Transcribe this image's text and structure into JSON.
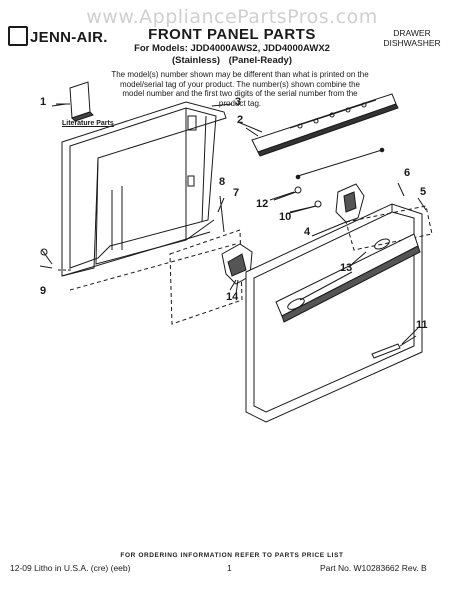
{
  "watermark": "www.AppliancePartsPros.com",
  "header": {
    "brand": "JENN-AIR.",
    "title": "FRONT PANEL PARTS",
    "models": "For Models: JDD4000AWS2, JDD4000AWX2",
    "variants": "(Stainless)   (Panel-Ready)",
    "category_line1": "DRAWER",
    "category_line2": "DISHWASHER"
  },
  "note": "The model(s) number shown may be different than what is printed on the model/serial tag of your product. The number(s) shown combine the model number and the first two digits of the serial number from the product tag.",
  "diagram": {
    "literature_label": "Literature Parts",
    "callouts": [
      "1",
      "2",
      "3",
      "4",
      "5",
      "6",
      "7",
      "8",
      "9",
      "10",
      "11",
      "12",
      "13",
      "14"
    ]
  },
  "footer": {
    "order_info": "FOR ORDERING INFORMATION REFER TO PARTS PRICE LIST",
    "litho": "12-09 Litho in U.S.A. (cre) (eeb)",
    "page": "1",
    "part_no": "Part No. W10283662 Rev. B"
  }
}
